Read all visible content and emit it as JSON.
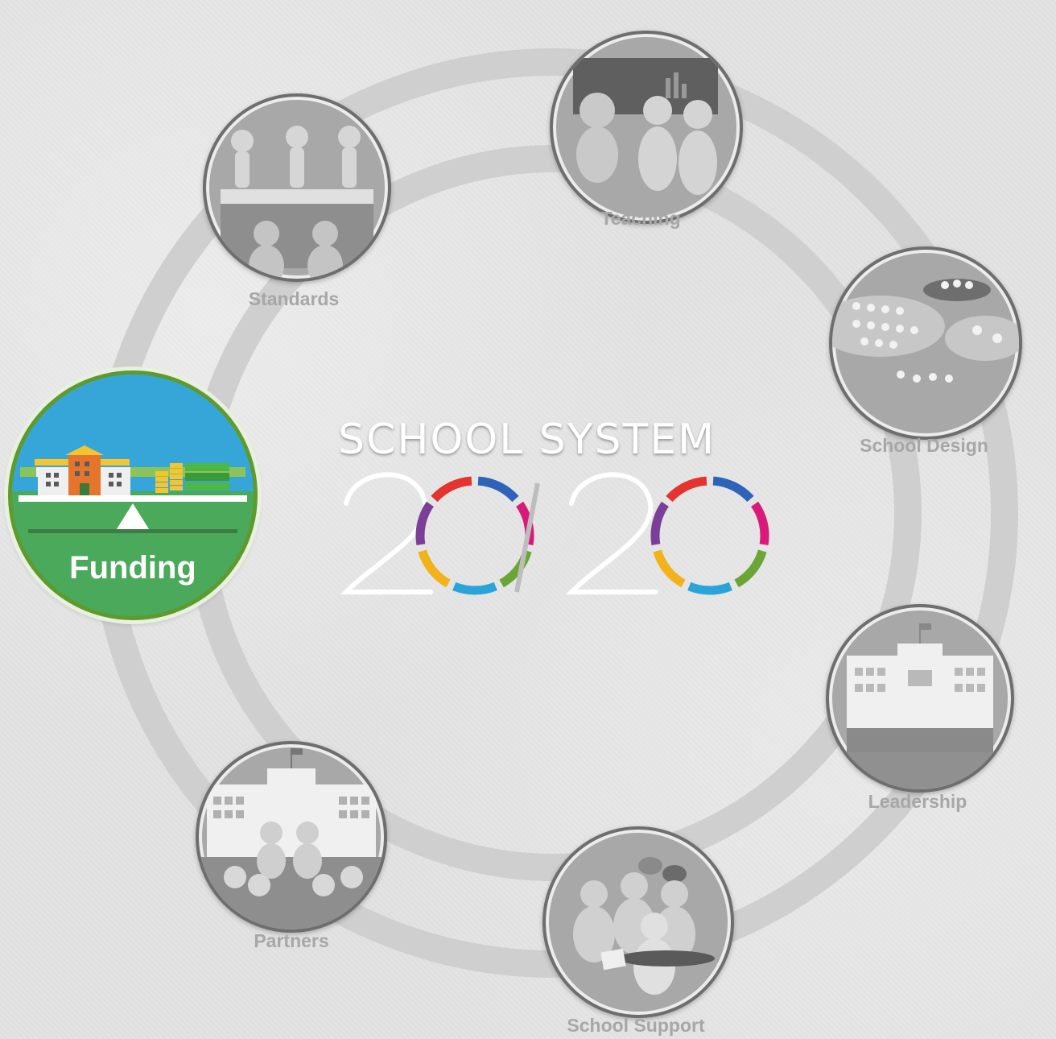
{
  "title": {
    "line1": "SCHOOL SYSTEM",
    "line2": "20/20",
    "ring_colors": [
      "#2d63b8",
      "#d81b7a",
      "#6aa535",
      "#2aa4d8",
      "#f1b21a",
      "#7b3f97",
      "#e3342f"
    ]
  },
  "selected": {
    "label": "Funding",
    "colors": {
      "sky": "#36a6d8",
      "grass": "#4aa95a",
      "border": "#5f9a2c"
    }
  },
  "nodes": [
    {
      "id": "teaching",
      "label": "Teaching"
    },
    {
      "id": "standards",
      "label": "Standards"
    },
    {
      "id": "school-design",
      "label": "School Design"
    },
    {
      "id": "leadership",
      "label": "Leadership"
    },
    {
      "id": "school-support",
      "label": "School Support"
    },
    {
      "id": "partners",
      "label": "Partners"
    }
  ]
}
